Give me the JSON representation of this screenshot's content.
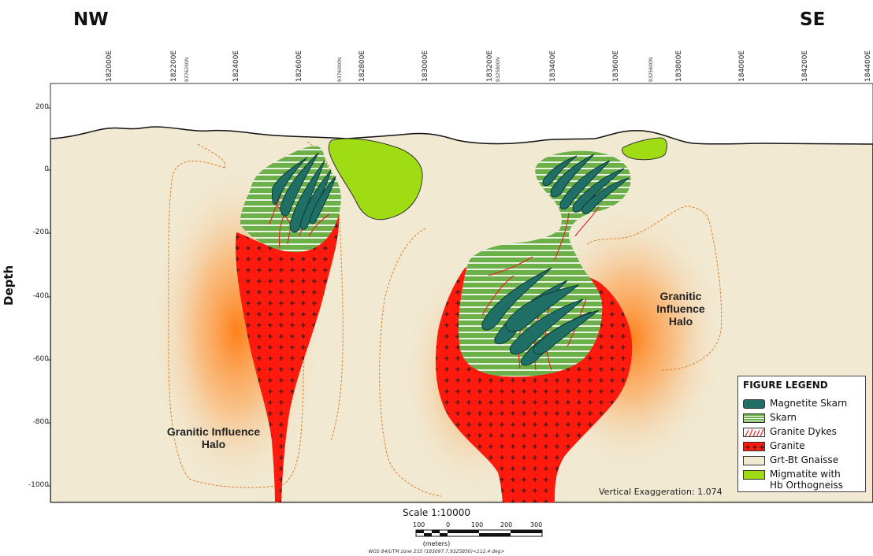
{
  "header": {
    "left_direction": "NW",
    "right_direction": "SE"
  },
  "grid_labels": {
    "easting": [
      "182000E",
      "182200E",
      "182400E",
      "182600E",
      "182800E",
      "183000E",
      "183200E",
      "183400E",
      "183600E",
      "183800E",
      "184000E",
      "184200E",
      "184400E"
    ],
    "northing": [
      "9376200N",
      "9376000N",
      "9325800N",
      "9325600N"
    ]
  },
  "depth_axis": {
    "title": "Depth",
    "ticks": [
      "200",
      "0",
      "-200",
      "-400",
      "-600",
      "-800",
      "-1000"
    ]
  },
  "annotations": {
    "halo_left_line1": "Granitic Influence",
    "halo_left_line2": "Halo",
    "halo_right_line1": "Granitic",
    "halo_right_line2": "Influence",
    "halo_right_line3": "Halo",
    "vertical_exaggeration": "Vertical Exaggeration: 1.074"
  },
  "legend": {
    "title": "FIGURE LEGEND",
    "items": [
      {
        "label": "Magnetite Skarn",
        "color": "#1f6f66"
      },
      {
        "label": "Skarn",
        "color": "#6db04a"
      },
      {
        "label": "Granite Dykes",
        "color": "#e62020"
      },
      {
        "label": "Granite",
        "color": "#ff1a0d"
      },
      {
        "label": "Grt-Bt Gnaisse",
        "color": "#f1e9d2"
      },
      {
        "label": "Migmatite with",
        "label2": "Hb Orthogneiss",
        "color": "#9fdc14"
      }
    ]
  },
  "scale": {
    "title": "Scale 1:10000",
    "ticks": [
      "100",
      "0",
      "100",
      "200",
      "300"
    ],
    "units": "(meters)",
    "projection": "WGS 84/UTM zone 25S (183097.7,9325850)<112.4 deg>"
  },
  "colors": {
    "gneiss": "#f1e9d2",
    "granite": "#ff1a0d",
    "skarn": "#6db04a",
    "magnetite": "#1f6f66",
    "migmatite": "#9fdc14",
    "halo": "#ff8a1e"
  }
}
